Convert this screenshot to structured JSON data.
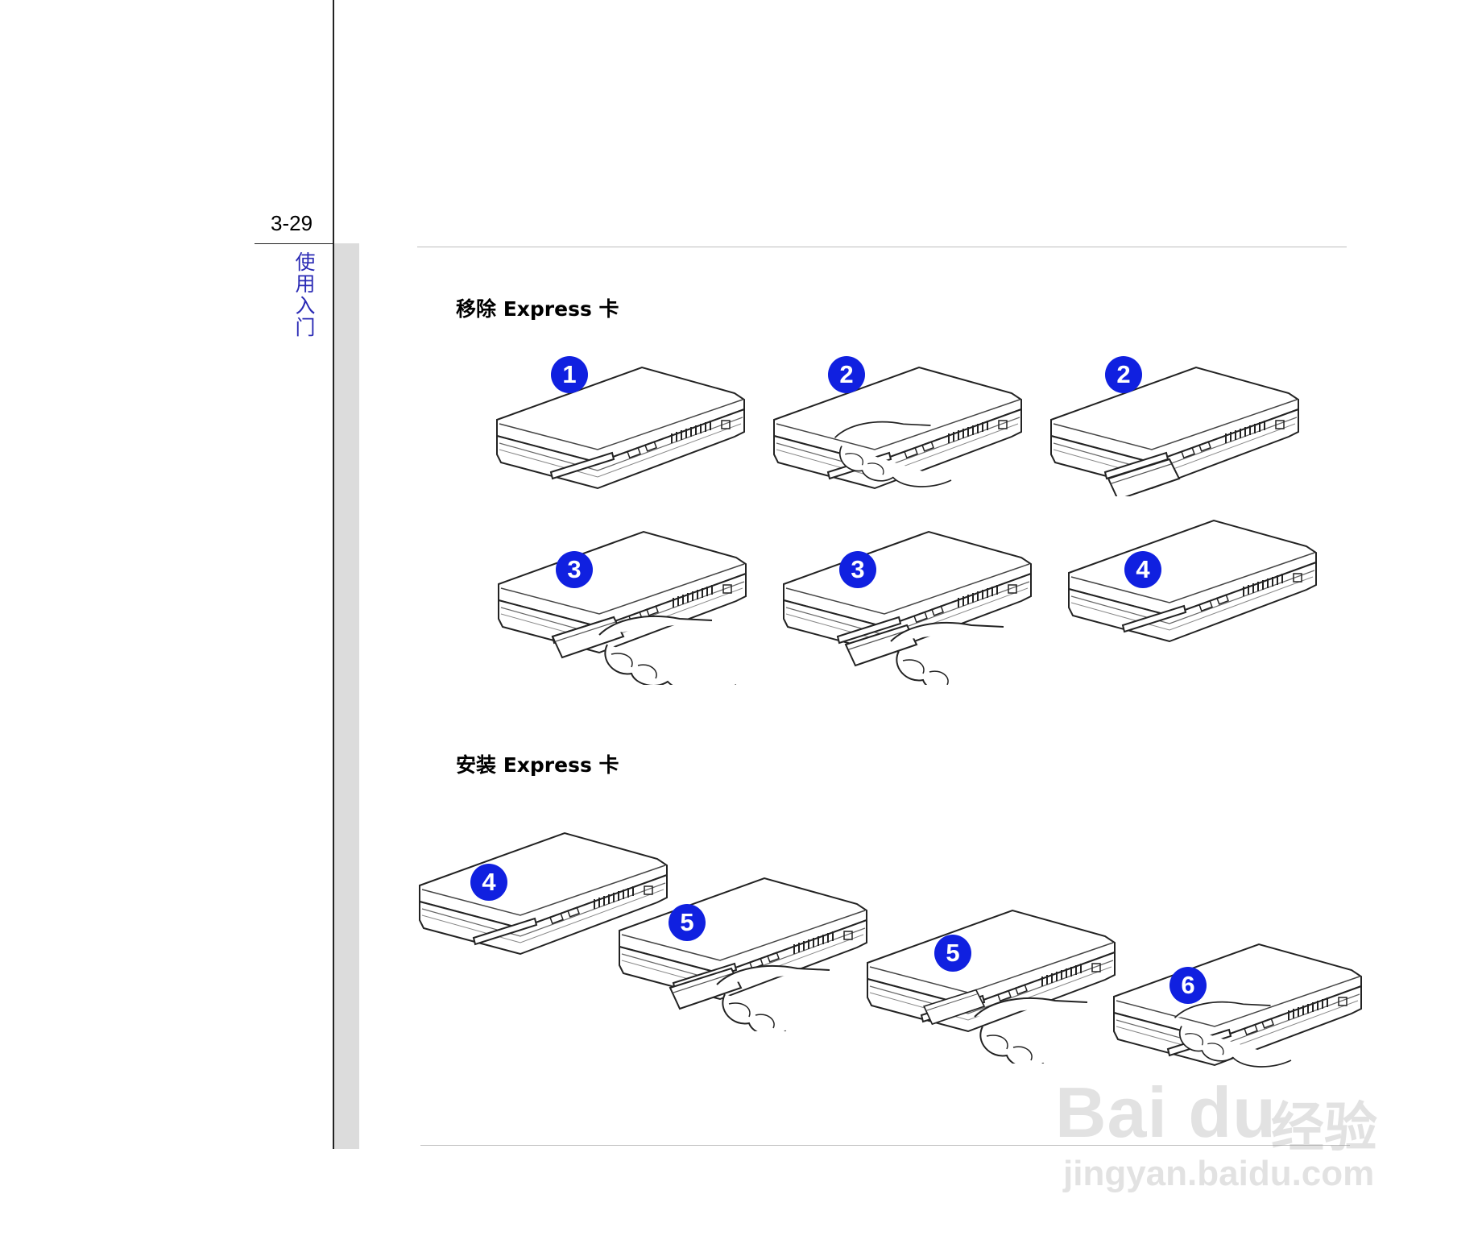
{
  "page": {
    "number": "3-29",
    "section_chars": [
      "使",
      "用",
      "入",
      "门"
    ]
  },
  "remove_section": {
    "heading": "移除 Express 卡",
    "steps": [
      "1",
      "2",
      "2",
      "3",
      "3",
      "4"
    ]
  },
  "install_section": {
    "heading": "安装 Express 卡",
    "steps": [
      "4",
      "5",
      "5",
      "6"
    ]
  },
  "watermark": {
    "logo": "Bai du",
    "brand_cn": "经验",
    "url": "jingyan.baidu.com"
  },
  "colors": {
    "badge": "#1020e0",
    "section_label": "#2b2bb5"
  }
}
